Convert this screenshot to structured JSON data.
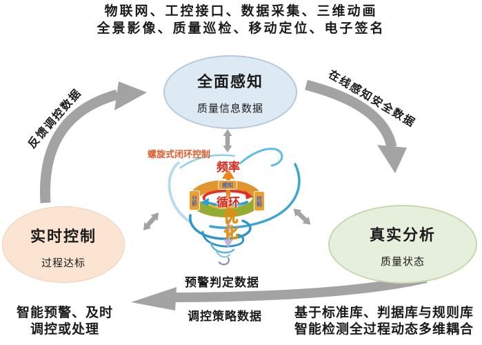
{
  "top_banner": {
    "line1": "物联网、工控接口、数据采集、三维动画",
    "line2": "全景影像、质量巡检、移动定位、电子签名"
  },
  "nodes": {
    "perception": {
      "title": "全面感知",
      "subtitle": "质量信息数据"
    },
    "realtime_control": {
      "title": "实时控制",
      "subtitle": "过程达标"
    },
    "analysis": {
      "title": "真实分析",
      "subtitle": "质量状态"
    }
  },
  "flow_labels": {
    "feedback_data": "反馈调控数据",
    "online_sensing_data": "在线感知安全数据",
    "warning_judgment_data": "预警判定数据",
    "control_strategy_data": "调控策略数据"
  },
  "center": {
    "title": "螺旋式闭环控制",
    "frequency": "频率",
    "cycle": "循环",
    "optimize": "优化",
    "ring_tabs": {
      "top": "感知",
      "left": "分析",
      "right": "控制"
    }
  },
  "notes": {
    "bottom_left": {
      "line1": "智能预警、及时",
      "line2": "调控或处理"
    },
    "bottom_right": {
      "line1": "基于标准库、判据库与规则库",
      "line2": "智能检测全过程动态多维耦合"
    }
  },
  "colors": {
    "arrow_gray": "#a3a3a3",
    "perception_fill": "#dde9f3",
    "perception_border": "#b5c9dd",
    "control_fill": "#fce4d2",
    "control_border": "#f0ccb2",
    "analysis_fill": "#e5efdb",
    "analysis_border": "#c5d8ad",
    "ring_orange": "#e2952f",
    "ring_green": "#93ac33",
    "red_text": "#dd2418",
    "orange_title": "#e55a2b",
    "optimize_yellow": "#f3d318",
    "swirl_blue": "#4fb4dc"
  }
}
